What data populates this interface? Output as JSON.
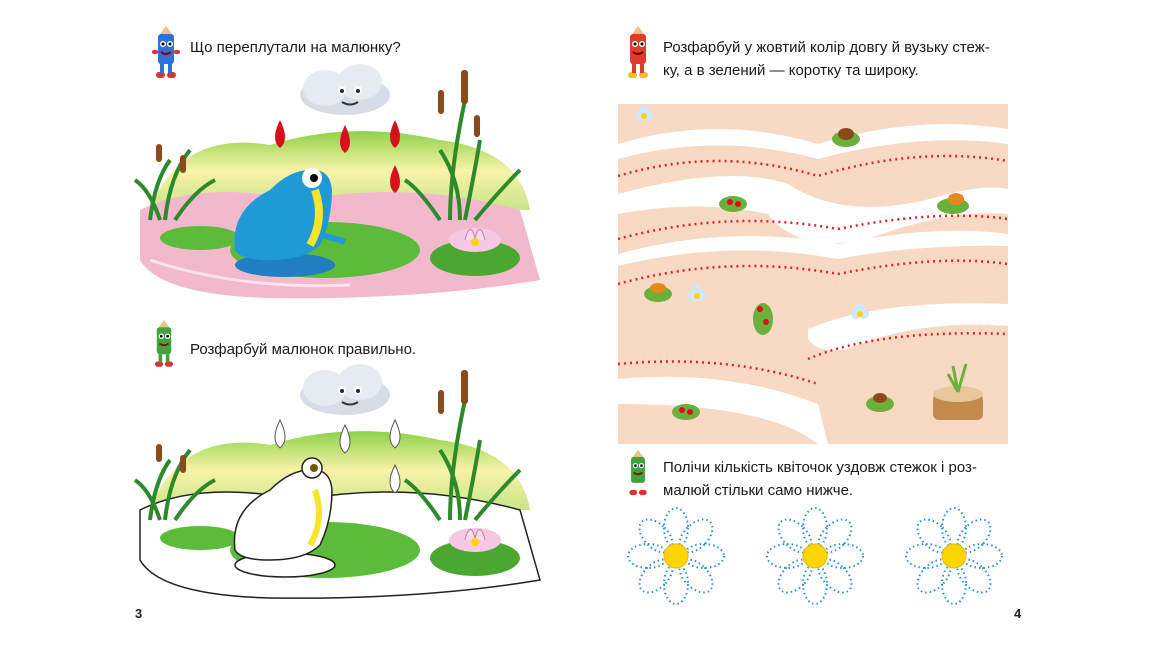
{
  "left_page": {
    "task1": {
      "text": "Що переплутали на малюнку?"
    },
    "task2": {
      "text": "Розфарбуй малюнок правильно."
    },
    "page_number": "3"
  },
  "right_page": {
    "task1": {
      "line1": "Розфарбуй у жовтий колір довгу й вузьку стеж-",
      "line2": "ку, а в зелений — коротку та широку."
    },
    "task2": {
      "line1": "Полічи кількість квіточок уздовж стежок і роз-",
      "line2": "малюй стільки само нижче."
    },
    "page_number": "4"
  },
  "colors": {
    "frog_blue": "#1f9ad6",
    "drop_red": "#d8101e",
    "pond_pink": "#f2b8cc",
    "path_sand": "#f7d9c4",
    "dotted_red": "#e0222a",
    "dotted_blue": "#2a8fd8",
    "flower_center": "#ffd400"
  },
  "icons": [
    "pencil-mascot-icon"
  ]
}
